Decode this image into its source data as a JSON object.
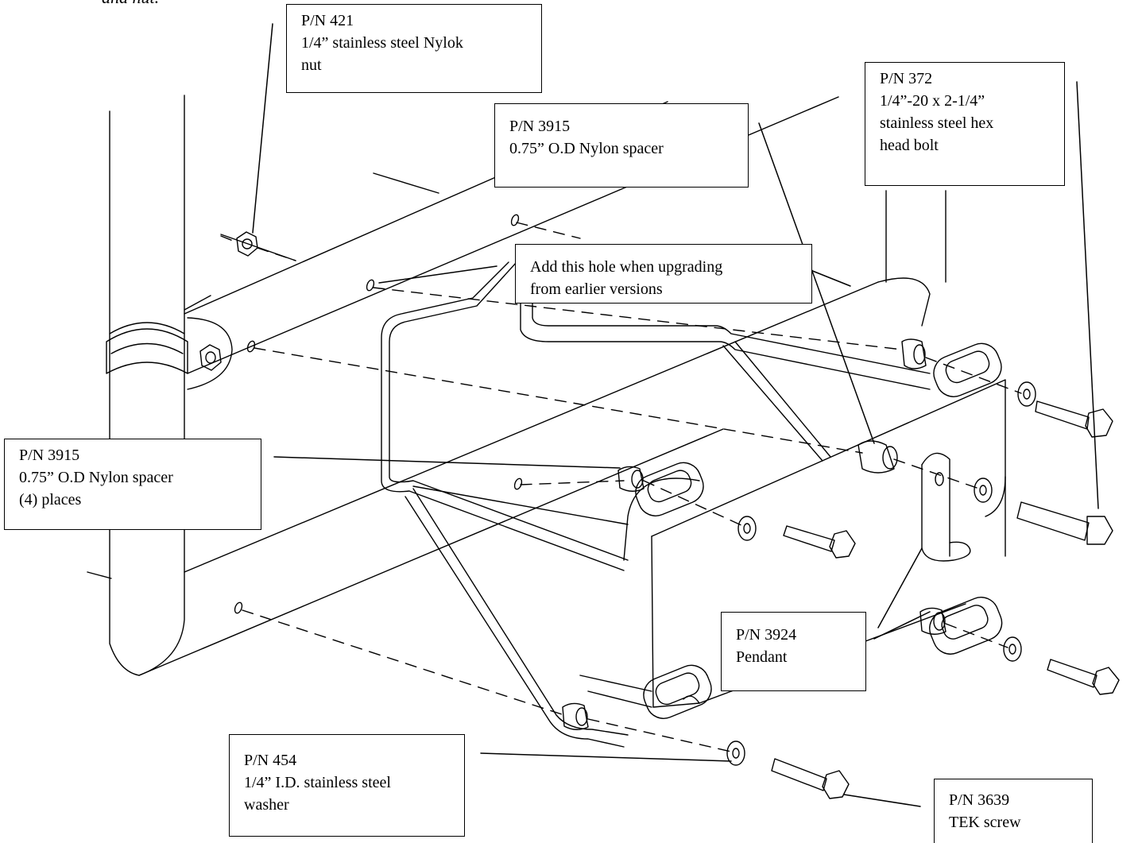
{
  "header_fragment": "and nut.",
  "callouts": {
    "nylok_nut": {
      "pn": "P/N 421",
      "line1": "1/4” stainless steel Nylok",
      "line2": "nut"
    },
    "spacer_top": {
      "pn": "P/N 3915",
      "line1": "0.75” O.D Nylon spacer"
    },
    "hex_bolt": {
      "pn": "P/N 372",
      "line1": "1/4”-20 x 2-1/4”",
      "line2": "stainless steel hex",
      "line3": "head bolt"
    },
    "hole_note": {
      "line1": "Add this hole when upgrading",
      "line2": "from earlier versions"
    },
    "spacer_left": {
      "pn": "P/N 3915",
      "line1": "0.75” O.D Nylon spacer",
      "line2": "(4) places"
    },
    "pendant": {
      "pn": "P/N 3924",
      "line1": "Pendant"
    },
    "washer": {
      "pn": "P/N 454",
      "line1": "1/4” I.D. stainless steel",
      "line2": "washer"
    },
    "tek_screw": {
      "pn": "P/N 3639",
      "line1": "TEK screw"
    }
  }
}
